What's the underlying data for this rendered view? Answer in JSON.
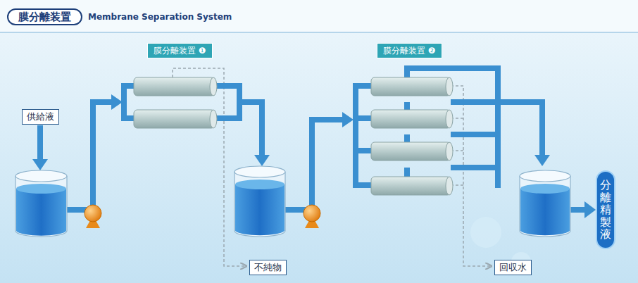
{
  "diagram": {
    "title": "膜分離装置",
    "nodes": [
      {
        "text": [
          "膜分離装置 ❶"
        ]
      },
      {
        "text": [
          "膜分離装置 ❷"
        ]
      },
      {
        "text": [
          "供給液"
        ]
      },
      {
        "text": [
          "分離精製液"
        ]
      },
      {
        "text": [
          "不純物"
        ]
      },
      {
        "text": [
          "回収水"
        ]
      }
    ],
    "labels": [
      "Membrane Separation System"
    ]
  }
}
